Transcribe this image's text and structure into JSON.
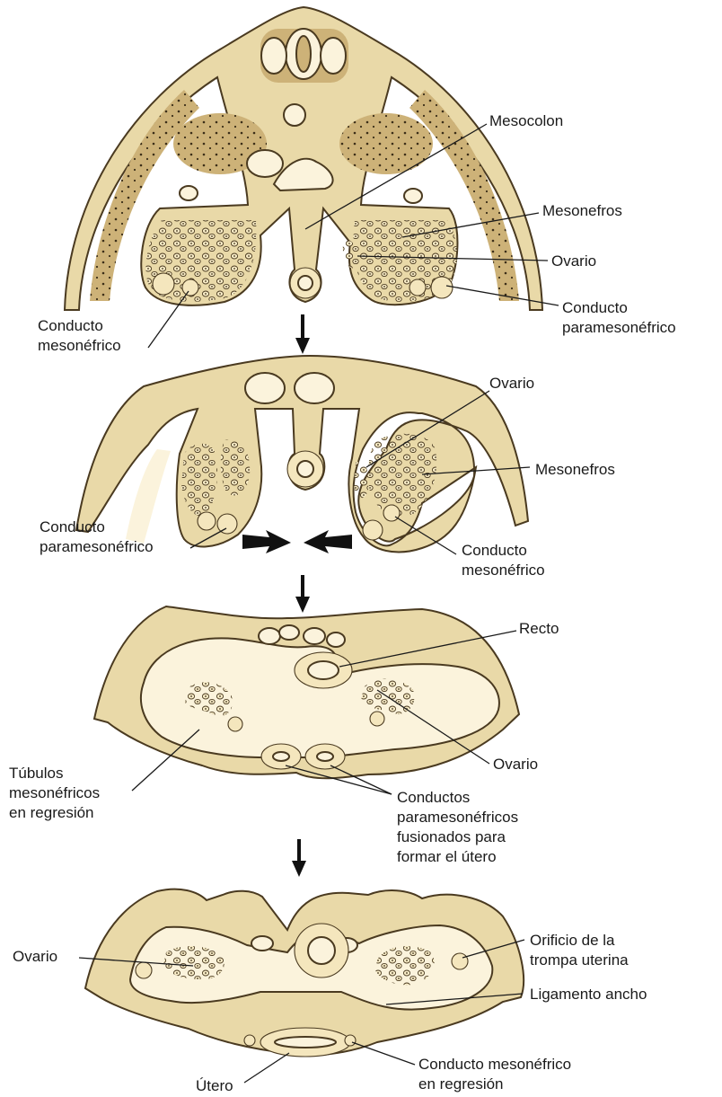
{
  "stage1": {
    "labels": {
      "mesocolon": "Mesocolon",
      "mesonefros": "Mesonefros",
      "ovario": "Ovario",
      "conducto_paramesonefrico": [
        "Conducto",
        "paramesonéfrico"
      ],
      "conducto_mesonefrico": [
        "Conducto",
        "mesonéfrico"
      ]
    }
  },
  "stage2": {
    "labels": {
      "ovario": "Ovario",
      "mesonefros": "Mesonefros",
      "conducto_paramesonefrico": [
        "Conducto",
        "paramesonéfrico"
      ],
      "conducto_mesonefrico": [
        "Conducto",
        "mesonéfrico"
      ]
    }
  },
  "stage3": {
    "labels": {
      "recto": "Recto",
      "ovario": "Ovario",
      "tubulos": [
        "Túbulos",
        "mesonéfricos",
        "en regresión"
      ],
      "conductos": [
        "Conductos",
        "paramesonéfricos",
        "fusionados para",
        "formar el útero"
      ]
    }
  },
  "stage4": {
    "labels": {
      "ovario": "Ovario",
      "orificio": [
        "Orificio de la",
        "trompa uterina"
      ],
      "ligamento": "Ligamento ancho",
      "conducto_regresion": [
        "Conducto mesonéfrico",
        "en regresión"
      ],
      "utero": "Útero"
    }
  },
  "colors": {
    "tissue": "#e9d9a8",
    "dark_tissue": "#cdb278",
    "cavity": "#fbf3dc",
    "outline": "#4a3a20"
  }
}
